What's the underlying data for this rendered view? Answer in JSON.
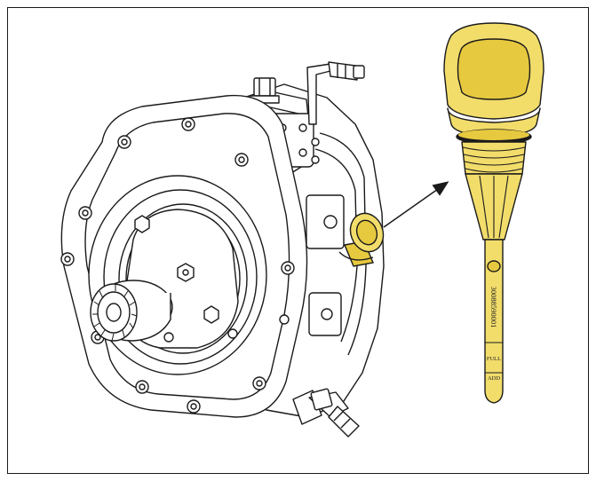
{
  "figure": {
    "dipstick": {
      "part_number": "30088590001",
      "mark_full": "FULL",
      "mark_add": "ADD"
    },
    "colors": {
      "dipstick_fill": "#f2dd6b",
      "dipstick_shade": "#e7c93f",
      "outline": "#1a1a1a",
      "body": "#ffffff"
    },
    "icons": [
      "callout-arrow-icon"
    ]
  }
}
